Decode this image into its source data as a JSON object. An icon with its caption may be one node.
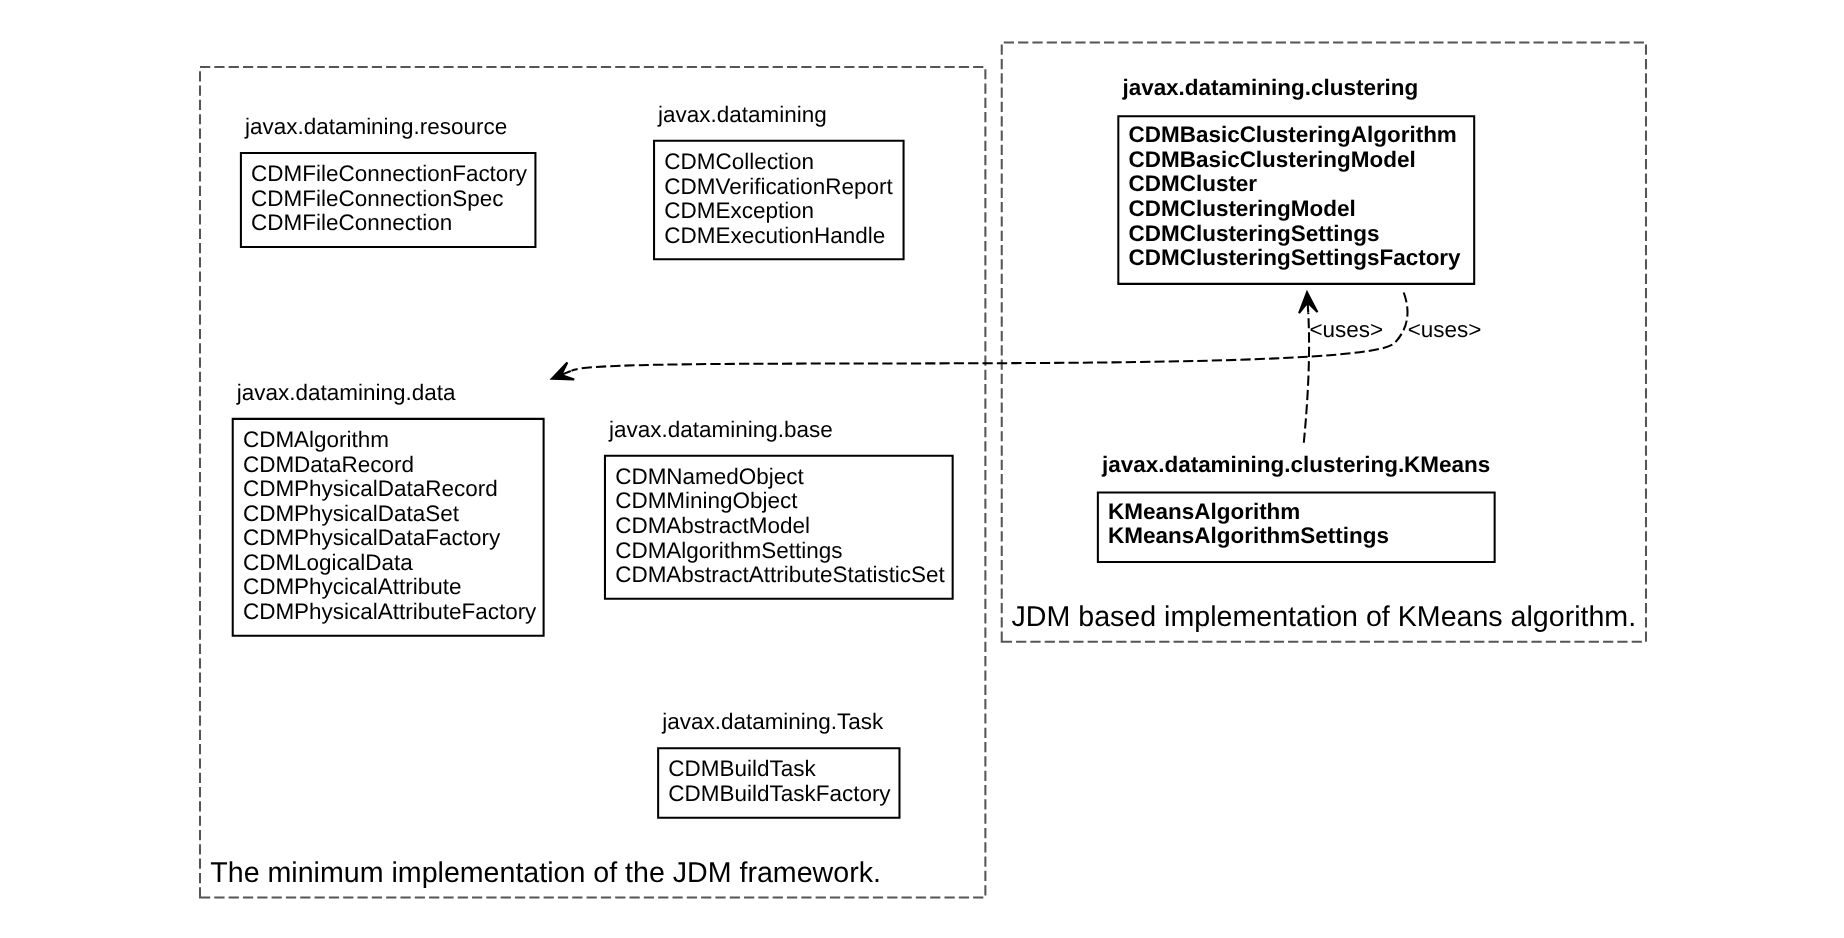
{
  "diagram": {
    "nodes": [
      {
        "text": [
          "The minimum implementation of the JDM framework."
        ]
      },
      {
        "text": [
          "javax.datamining",
          "CDMCollection",
          "CDMVerificationReport",
          "CDMException",
          "CDMExecutionHandle"
        ],
        "in": 0
      },
      {
        "text": [
          "javax.datamining.resource",
          "CDMFileConnectionFactory",
          "CDMFileConnectionSpec",
          "CDMFileConnection"
        ],
        "in": 0
      },
      {
        "text": [
          "javax.datamining.base",
          "CDMNamedObject",
          "CDMMiningObject",
          "CDMAbstractModel",
          "CDMAlgorithmSettings",
          "CDMAbstractAttributeStatisticSet"
        ],
        "in": 0
      },
      {
        "text": [
          "javax.datamining.data",
          "CDMAlgorithm",
          "CDMDataRecord",
          "CDMPhysicalDataRecord",
          "CDMPhysicalDataSet",
          "CDMPhysicalDataFactory",
          "CDMLogicalData",
          "CDMPhycicalAttribute",
          "CDMPhysicalAttributeFactory"
        ],
        "in": 0
      },
      {
        "text": [
          "javax.datamining.Task",
          "CDMBuildTask",
          "CDMBuildTaskFactory"
        ],
        "in": 0
      },
      {
        "text": [
          "JDM based implementation of KMeans algorithm."
        ]
      },
      {
        "text": [
          "javax.datamining.clustering",
          "CDMBasicClusteringAlgorithm",
          "CDMBasicClusteringModel",
          "CDMCluster",
          "CDMClusteringModel",
          "CDMClusteringSettings",
          "CDMClusteringSettingsFactory"
        ],
        "in": 6
      },
      {
        "text": [
          "javax.datamining.clustering.KMeans",
          "KMeansAlgorithm",
          "KMeansAlgorithmSettings"
        ],
        "in": 6
      }
    ],
    "edges": [
      {
        "from": 7,
        "to": 4,
        "arrow": "to",
        "label": "<uses>",
        "style": "dashed"
      },
      {
        "from": 8,
        "to": 7,
        "arrow": "to",
        "label": "<uses>",
        "style": "dashed"
      }
    ]
  }
}
